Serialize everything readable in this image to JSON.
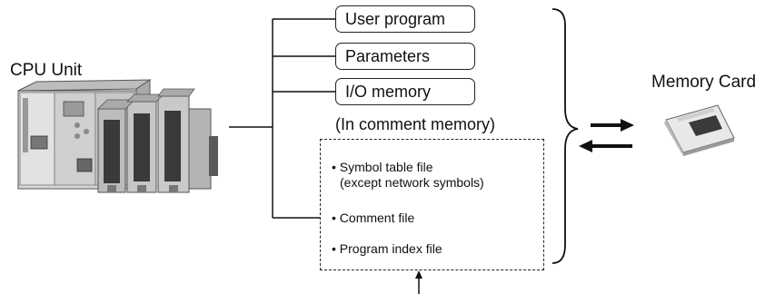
{
  "labels": {
    "cpu_unit": "CPU Unit",
    "memory_card": "Memory Card",
    "comment_memory": "(In comment memory)"
  },
  "boxes": {
    "user_program": "User program",
    "parameters": "Parameters",
    "io_memory": "I/O memory"
  },
  "comment_files": [
    {
      "line1": "Symbol table file",
      "line2": "(except network symbols)"
    },
    {
      "line1": "Comment file"
    },
    {
      "line1": "Program index file"
    }
  ],
  "bullet_char": "•",
  "colors": {
    "line": "#111111",
    "plc_body": "#d8d8d8",
    "card": "#e6e6e6"
  }
}
